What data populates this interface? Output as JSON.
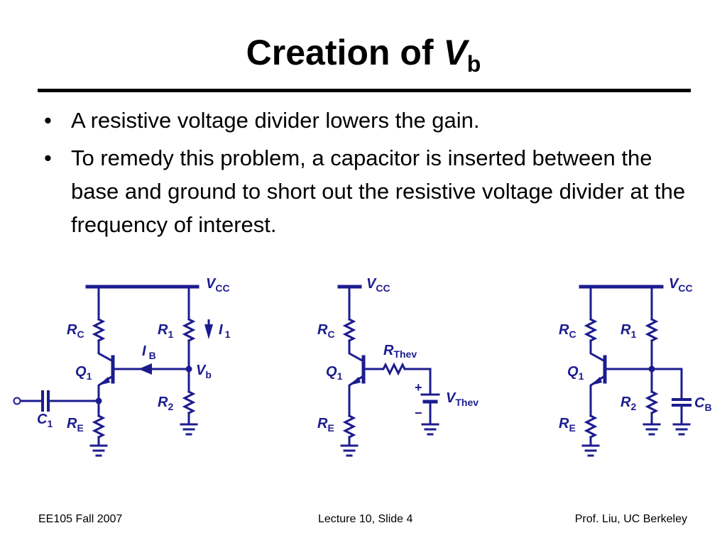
{
  "title": {
    "main": "Creation of ",
    "var": "V",
    "sub": "b"
  },
  "bullets": [
    "A resistive voltage divider lowers the gain.",
    "To remedy this problem, a capacitor is inserted between the base and ground to short out the resistive voltage divider at the frequency of interest."
  ],
  "bullet_glyph": "•",
  "footer": {
    "left": "EE105 Fall 2007",
    "center": "Lecture 10, Slide 4",
    "right": "Prof. Liu, UC Berkeley"
  },
  "circuit1": {
    "vcc": "V",
    "vcc_sub": "CC",
    "rc": "R",
    "rc_sub": "C",
    "r1": "R",
    "r1_sub": "1",
    "i1": "I",
    "i1_sub": "1",
    "ib": "I",
    "ib_sub": "B",
    "vb": "V",
    "vb_sub": "b",
    "q1": "Q",
    "q1_sub": "1",
    "r2": "R",
    "r2_sub": "2",
    "c1": "C",
    "c1_sub": "1",
    "re": "R",
    "re_sub": "E"
  },
  "circuit2": {
    "vcc": "V",
    "vcc_sub": "CC",
    "rc": "R",
    "rc_sub": "C",
    "rthev": "R",
    "rthev_sub": "Thev",
    "q1": "Q",
    "q1_sub": "1",
    "plus": "+",
    "minus": "−",
    "vthev": "V",
    "vthev_sub": "Thev",
    "re": "R",
    "re_sub": "E"
  },
  "circuit3": {
    "vcc": "V",
    "vcc_sub": "CC",
    "rc": "R",
    "rc_sub": "C",
    "r1": "R",
    "r1_sub": "1",
    "q1": "Q",
    "q1_sub": "1",
    "r2": "R",
    "r2_sub": "2",
    "cb": "C",
    "cb_sub": "B",
    "re": "R",
    "re_sub": "E"
  },
  "colors": {
    "circuit": "#1c1c8f",
    "text": "#000000"
  }
}
